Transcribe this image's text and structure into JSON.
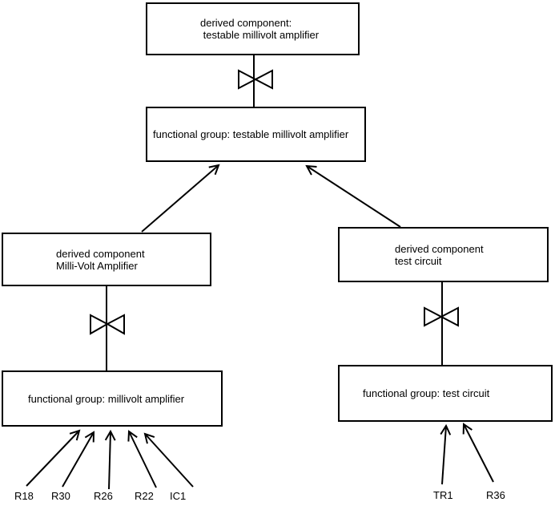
{
  "colors": {
    "line": "#000000",
    "background": "#ffffff",
    "text": "#000000"
  },
  "nodes": {
    "derived_testable": {
      "line1": "derived component:",
      "line2": " testable millivolt amplifier"
    },
    "fg_testable": {
      "line1": "functional group: testable millivolt amplifier"
    },
    "derived_mv": {
      "line1": "derived component",
      "line2": "Milli-Volt Amplifier"
    },
    "derived_tc": {
      "line1": "derived component",
      "line2": "test circuit"
    },
    "fg_mv": {
      "line1": "functional group: millivolt amplifier"
    },
    "fg_tc": {
      "line1": "functional group: test circuit"
    }
  },
  "components": {
    "r18": "R18",
    "r30": "R30",
    "r26": "R26",
    "r22": "R22",
    "ic1": "IC1",
    "tr1": "TR1",
    "r36": "R36"
  }
}
